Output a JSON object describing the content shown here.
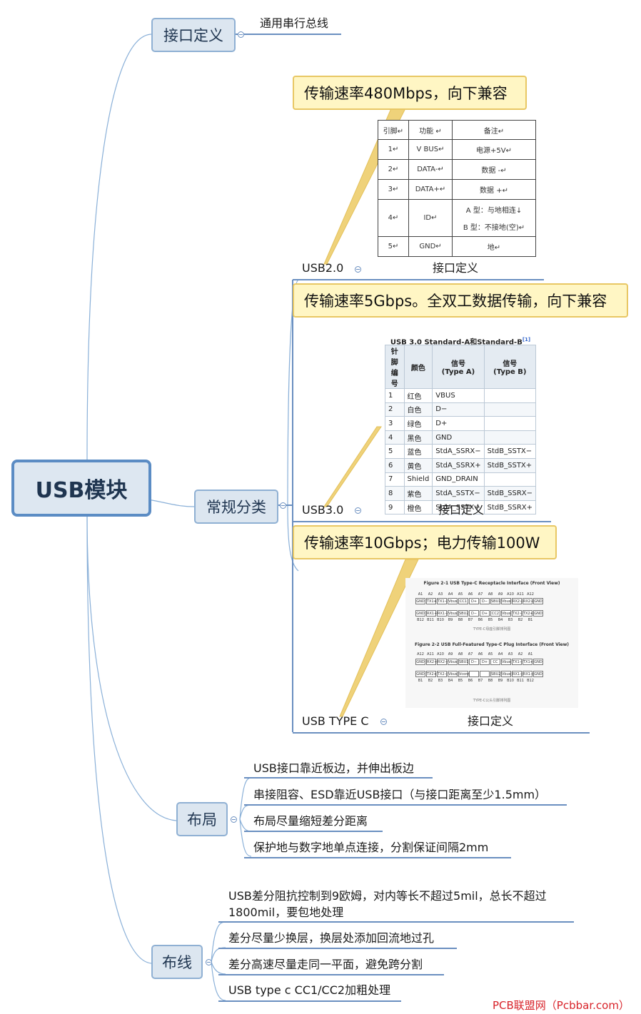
{
  "root": {
    "label": "USB模块"
  },
  "interface": {
    "label": "接口定义",
    "child": "通用串行总线"
  },
  "classify": {
    "label": "常规分类",
    "usb2": {
      "label": "USB2.0",
      "note": "传输速率480Mbps，向下兼容",
      "child": "接口定义",
      "table": {
        "headers": [
          "引脚↵",
          "功能 ↵",
          "备注↵"
        ],
        "rows": [
          [
            "1↵",
            "V BUS↵",
            "电源+5V↵"
          ],
          [
            "2↵",
            "DATA-↵",
            "数据 -↵"
          ],
          [
            "3↵",
            "DATA+↵",
            "数据 +↵"
          ],
          [
            "4↵",
            "ID↵",
            "A 型：与地相连↓"
          ],
          [
            "5↵",
            "GND↵",
            "地↵"
          ]
        ],
        "row4_extra": "B 型：不接地(空)↵"
      }
    },
    "usb3": {
      "label": "USB3.0",
      "note": "传输速率5Gbps。全双工数据传输，向下兼容",
      "child": "接口定义",
      "table": {
        "title": "USB 3.0 Standard-A和Standard-B",
        "title_ref": "[1]",
        "headers": [
          "针脚编号",
          "颜色",
          "信号\n(Type A)",
          "信号\n(Type B)"
        ],
        "rows": [
          [
            "1",
            "红色",
            "VBUS",
            ""
          ],
          [
            "2",
            "白色",
            "D−",
            ""
          ],
          [
            "3",
            "绿色",
            "D+",
            ""
          ],
          [
            "4",
            "黑色",
            "GND",
            ""
          ],
          [
            "5",
            "蓝色",
            "StdA_SSRX−",
            "StdB_SSTX−"
          ],
          [
            "6",
            "黄色",
            "StdA_SSRX+",
            "StdB_SSTX+"
          ],
          [
            "7",
            "Shield",
            "GND_DRAIN",
            ""
          ],
          [
            "8",
            "紫色",
            "StdA_SSTX−",
            "StdB_SSRX−"
          ],
          [
            "9",
            "橙色",
            "StdA_SSTX+",
            "StdB_SSRX+"
          ]
        ]
      }
    },
    "typec": {
      "label": "USB TYPE C",
      "note": "传输速率10Gbps；电力传输100W",
      "child": "接口定义",
      "figure": {
        "fig1_title": "Figure 2-1  USB Type-C Receptacle Interface (Front View)",
        "fig1_top_pins": [
          "A1",
          "A2",
          "A3",
          "A4",
          "A5",
          "A6",
          "A7",
          "A8",
          "A9",
          "A10",
          "A11",
          "A12"
        ],
        "fig1_top_sig": [
          "GND",
          "TX1+",
          "TX1−",
          "Vbus",
          "CC1",
          "D+",
          "D−",
          "SBU1",
          "Vbus",
          "RX2−",
          "RX2+",
          "GND"
        ],
        "fig1_bot_sig": [
          "GND",
          "RX1+",
          "RX1−",
          "Vbus",
          "SBU2",
          "D−",
          "D+",
          "CC2",
          "Vbus",
          "TX2−",
          "TX2+",
          "GND"
        ],
        "fig1_bot_pins": [
          "B12",
          "B11",
          "B10",
          "B9",
          "B8",
          "B7",
          "B6",
          "B5",
          "B4",
          "B3",
          "B2",
          "B1"
        ],
        "fig1_caption": "TYPE-C母座引脚排列图",
        "fig2_title": "Figure 2-2  USB Full-Featured Type-C Plug Interface (Front View)",
        "fig2_top_pins": [
          "A12",
          "A11",
          "A10",
          "A9",
          "A8",
          "A7",
          "A6",
          "A5",
          "A4",
          "A3",
          "A2",
          "A1"
        ],
        "fig2_top_sig": [
          "GND",
          "RX2+",
          "RX2−",
          "Vbus",
          "SBU1",
          "D−",
          "D+",
          "CC",
          "Vbus",
          "TX1−",
          "TX1+",
          "GND"
        ],
        "fig2_bot_sig": [
          "GND",
          "TX2+",
          "TX2−",
          "Vbus",
          "Vconn",
          "",
          "",
          "SBU2",
          "Vbus",
          "RX1−",
          "RX1+",
          "GND"
        ],
        "fig2_bot_pins": [
          "B1",
          "B2",
          "B3",
          "B4",
          "B5",
          "B6",
          "B7",
          "B8",
          "B9",
          "B10",
          "B11",
          "B12"
        ],
        "fig2_caption": "TYPE-C公头引脚排列图"
      }
    }
  },
  "layout": {
    "label": "布局",
    "items": [
      "USB接口靠近板边，并伸出板边",
      "串接阻容、ESD靠近USB接口（与接口距离至少1.5mm）",
      "布局尽量缩短差分距离",
      "保护地与数字地单点连接，分割保证间隔2mm"
    ]
  },
  "routing": {
    "label": "布线",
    "items": [
      "USB差分阻抗控制到9欧姆，对内等长不超过5mil，总长不超过1800mil，要包地处理",
      "差分尽量少换层，换层处添加回流地过孔",
      "差分高速尽量走同一平面，避免跨分割",
      "USB type c CC1/CC2加粗处理"
    ]
  },
  "watermark": "PCB联盟网（Pcbbar.com）",
  "colors": {
    "line": "#6a8fc0",
    "node_fill": "#dce6f0",
    "callout_fill": "#fff6c4",
    "callout_border": "#e8c764",
    "watermark": "#d8232a"
  }
}
